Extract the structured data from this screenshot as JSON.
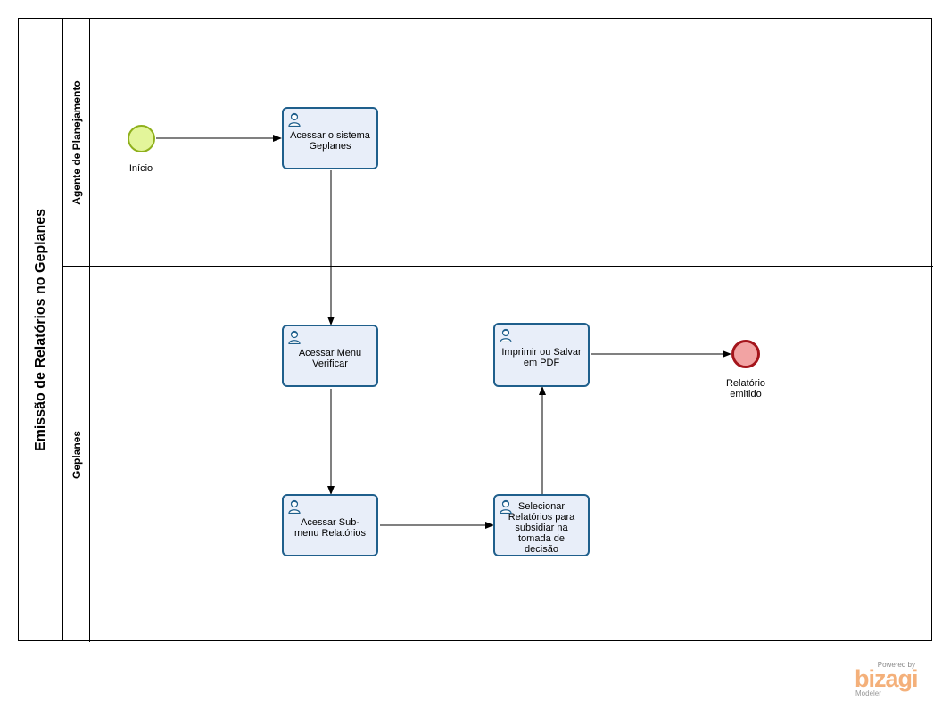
{
  "pool": {
    "title": "Emissão de Relatórios no Geplanes"
  },
  "lanes": [
    {
      "label": "Agente de Planejamento"
    },
    {
      "label": "Geplanes"
    }
  ],
  "events": {
    "start": {
      "label": "Início"
    },
    "end": {
      "label": "Relatório emitido"
    }
  },
  "tasks": [
    {
      "label": "Acessar o sistema Geplanes"
    },
    {
      "label": "Acessar Menu Verificar"
    },
    {
      "label": "Acessar Sub-menu Relatórios"
    },
    {
      "label": "Selecionar Relatórios para subsidiar na tomada de decisão"
    },
    {
      "label": "Imprimir ou Salvar em PDF"
    }
  ],
  "watermark": {
    "powered": "Powered by",
    "brand": "bizagi",
    "product": "Modeler"
  },
  "colors": {
    "task_border": "#1f5f8c",
    "task_fill": "#e8eef9",
    "start_fill": "#e3f59a",
    "start_stroke": "#8fb01c",
    "end_fill": "#f2a3a3",
    "end_stroke": "#a4141b",
    "brand": "#f4b07a"
  }
}
